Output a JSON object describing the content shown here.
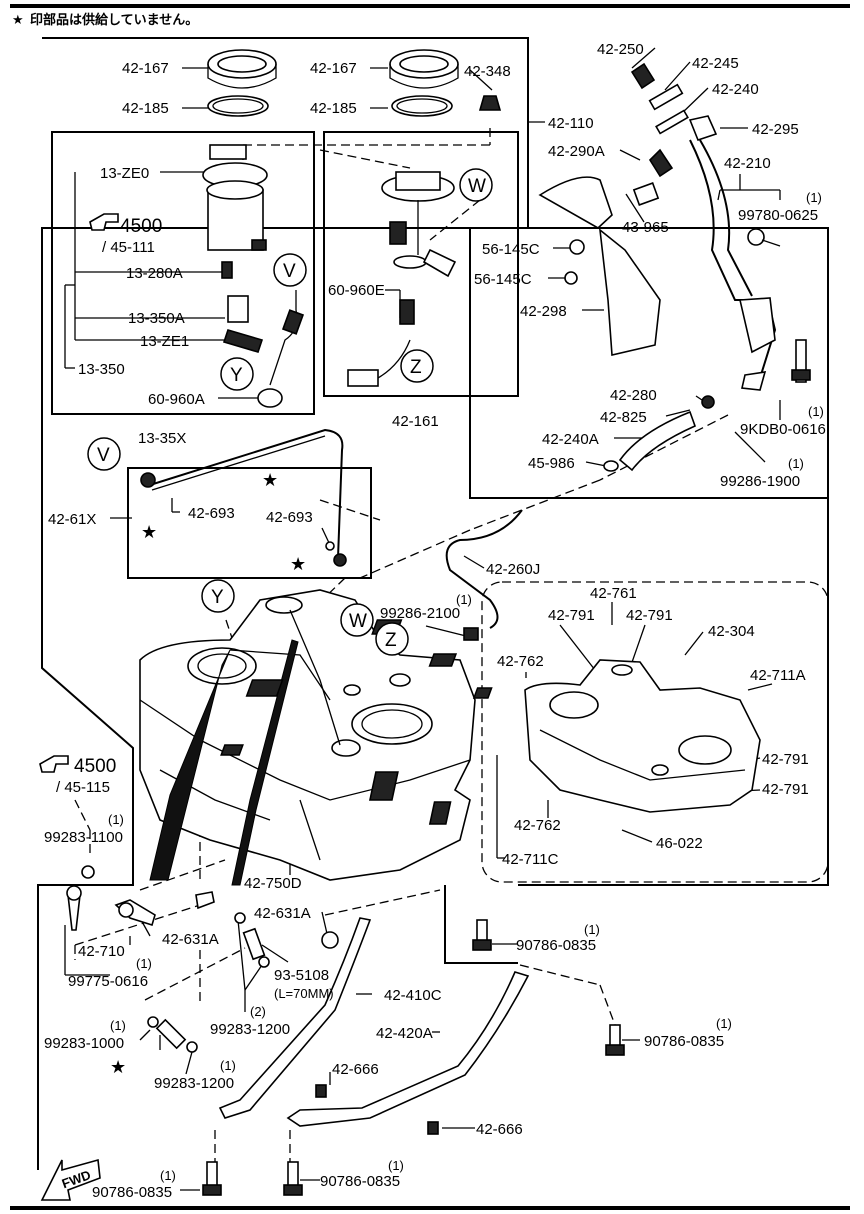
{
  "header": {
    "star": "★",
    "note": "印部品は供給していません。"
  },
  "callouts": {
    "c42_167a": "42-167",
    "c42_185a": "42-185",
    "c42_167b": "42-167",
    "c42_185b": "42-185",
    "c42_348": "42-348",
    "c42_110": "42-110",
    "c13_ZE0": "13-ZE0",
    "c4500a": "4500",
    "c45_111": "/ 45-111",
    "c13_280A": "13-280A",
    "c13_350A": "13-350A",
    "c13_ZE1": "13-ZE1",
    "c13_350": "13-350",
    "c60_960A": "60-960A",
    "c13_35X": "13-35X",
    "c60_960E": "60-960E",
    "c42_161": "42-161",
    "c42_250": "42-250",
    "c42_245": "42-245",
    "c42_240": "42-240",
    "c42_295": "42-295",
    "c42_290A": "42-290A",
    "c42_210": "42-210",
    "c99780_q": "(1)",
    "c99780": "99780-0625",
    "c43_965": "43-965",
    "c56_145Ca": "56-145C",
    "c56_145Cb": "56-145C",
    "c42_298": "42-298",
    "c42_280": "42-280",
    "c42_825": "42-825",
    "c42_240A": "42-240A",
    "c45_986": "45-986",
    "c9KDB0_q": "(1)",
    "c9KDB0": "9KDB0-0616",
    "c99286_1900_q": "(1)",
    "c99286_1900": "99286-1900",
    "c42_61X": "42-61X",
    "c42_693a": "42-693",
    "c42_693b": "42-693",
    "c42_260J": "42-260J",
    "c99286_2100_q": "(1)",
    "c99286_2100": "99286-2100",
    "c42_761": "42-761",
    "c42_791a": "42-791",
    "c42_791b": "42-791",
    "c42_304": "42-304",
    "c42_762a": "42-762",
    "c42_711A": "42-711A",
    "c42_791c": "42-791",
    "c42_791d": "42-791",
    "c42_762b": "42-762",
    "c46_022": "46-022",
    "c42_711C": "42-711C",
    "c4500b": "4500",
    "c45_115": "/ 45-115",
    "c99283_1100_q": "(1)",
    "c99283_1100": "99283-1100",
    "c42_750D": "42-750D",
    "c42_631Aa": "42-631A",
    "c42_631Ab": "42-631A",
    "c42_710": "42-710",
    "c99775_q": "(1)",
    "c99775": "99775-0616",
    "c93_5108": "93-5108",
    "c93_len": "(L=70MM)",
    "c99283_1200a_q": "(2)",
    "c99283_1200a": "99283-1200",
    "c99283_1000_q": "(1)",
    "c99283_1000": "99283-1000",
    "c99283_1200b_q": "(1)",
    "c99283_1200b": "99283-1200",
    "c42_410C": "42-410C",
    "c42_420A": "42-420A",
    "c42_666a": "42-666",
    "c42_666b": "42-666",
    "c90786_a_q": "(1)",
    "c90786_a": "90786-0835",
    "c90786_b_q": "(1)",
    "c90786_b": "90786-0835",
    "c90786_c_q": "(1)",
    "c90786_c": "90786-0835",
    "c90786_d_q": "(1)",
    "c90786_d": "90786-0835"
  },
  "circle_labels": {
    "W": "W",
    "V": "V",
    "Y": "Y",
    "Z": "Z"
  },
  "fwd": "FWD",
  "icons": [
    "star-icon",
    "pointing-hand-icon"
  ]
}
